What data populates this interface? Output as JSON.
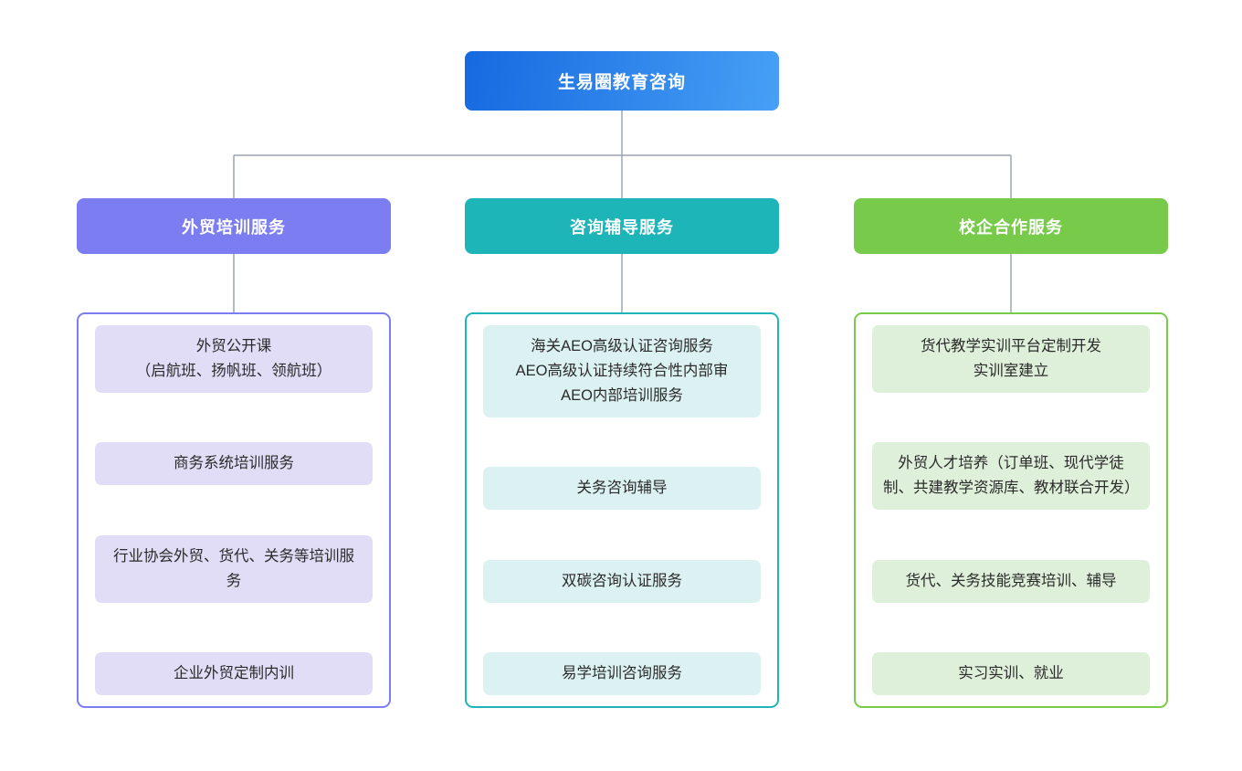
{
  "diagram": {
    "title": "生易圈教育咨询",
    "connector_color": "#9aa5b1",
    "root": {
      "label": "生易圈教育咨询",
      "color_start": "#1769e0",
      "color_end": "#47a0f5"
    },
    "columns": [
      {
        "header": "外贸培训服务",
        "header_color": "#7b7df0",
        "card_color": "#e2ddf6",
        "border_color": "#7b7df0",
        "items": [
          {
            "label": "外贸公开课\n（启航班、扬帆班、领航班）"
          },
          {
            "label": "商务系统培训服务"
          },
          {
            "label": "行业协会外贸、货代、关务等培训服务"
          },
          {
            "label": "企业外贸定制内训"
          }
        ]
      },
      {
        "header": "咨询辅导服务",
        "header_color": "#1eb5b8",
        "card_color": "#dcf1f1",
        "border_color": "#1eb5b8",
        "items": [
          {
            "label": "海关AEO高级认证咨询服务\nAEO高级认证持续符合性内部审\nAEO内部培训服务"
          },
          {
            "label": "关务咨询辅导"
          },
          {
            "label": "双碳咨询认证服务"
          },
          {
            "label": "易学培训咨询服务"
          }
        ]
      },
      {
        "header": "校企合作服务",
        "header_color": "#77ca4a",
        "card_color": "#dff0da",
        "border_color": "#77ca4a",
        "items": [
          {
            "label": "货代教学实训平台定制开发\n实训室建立"
          },
          {
            "label": "外贸人才培养（订单班、现代学徒制、共建教学资源库、教材联合开发）"
          },
          {
            "label": "货代、关务技能竞赛培训、辅导"
          },
          {
            "label": "实习实训、就业"
          }
        ]
      }
    ]
  }
}
